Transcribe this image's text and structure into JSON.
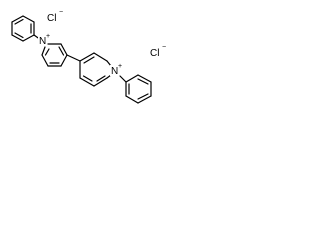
{
  "molecule": {
    "counterion_top": {
      "symbol": "Cl",
      "charge": "−"
    },
    "counterion_bottom": {
      "symbol": "Cl",
      "charge": "−"
    },
    "nitrogen_top": {
      "symbol": "N",
      "charge": "+"
    },
    "nitrogen_bottom": {
      "symbol": "N",
      "charge": "+"
    }
  }
}
